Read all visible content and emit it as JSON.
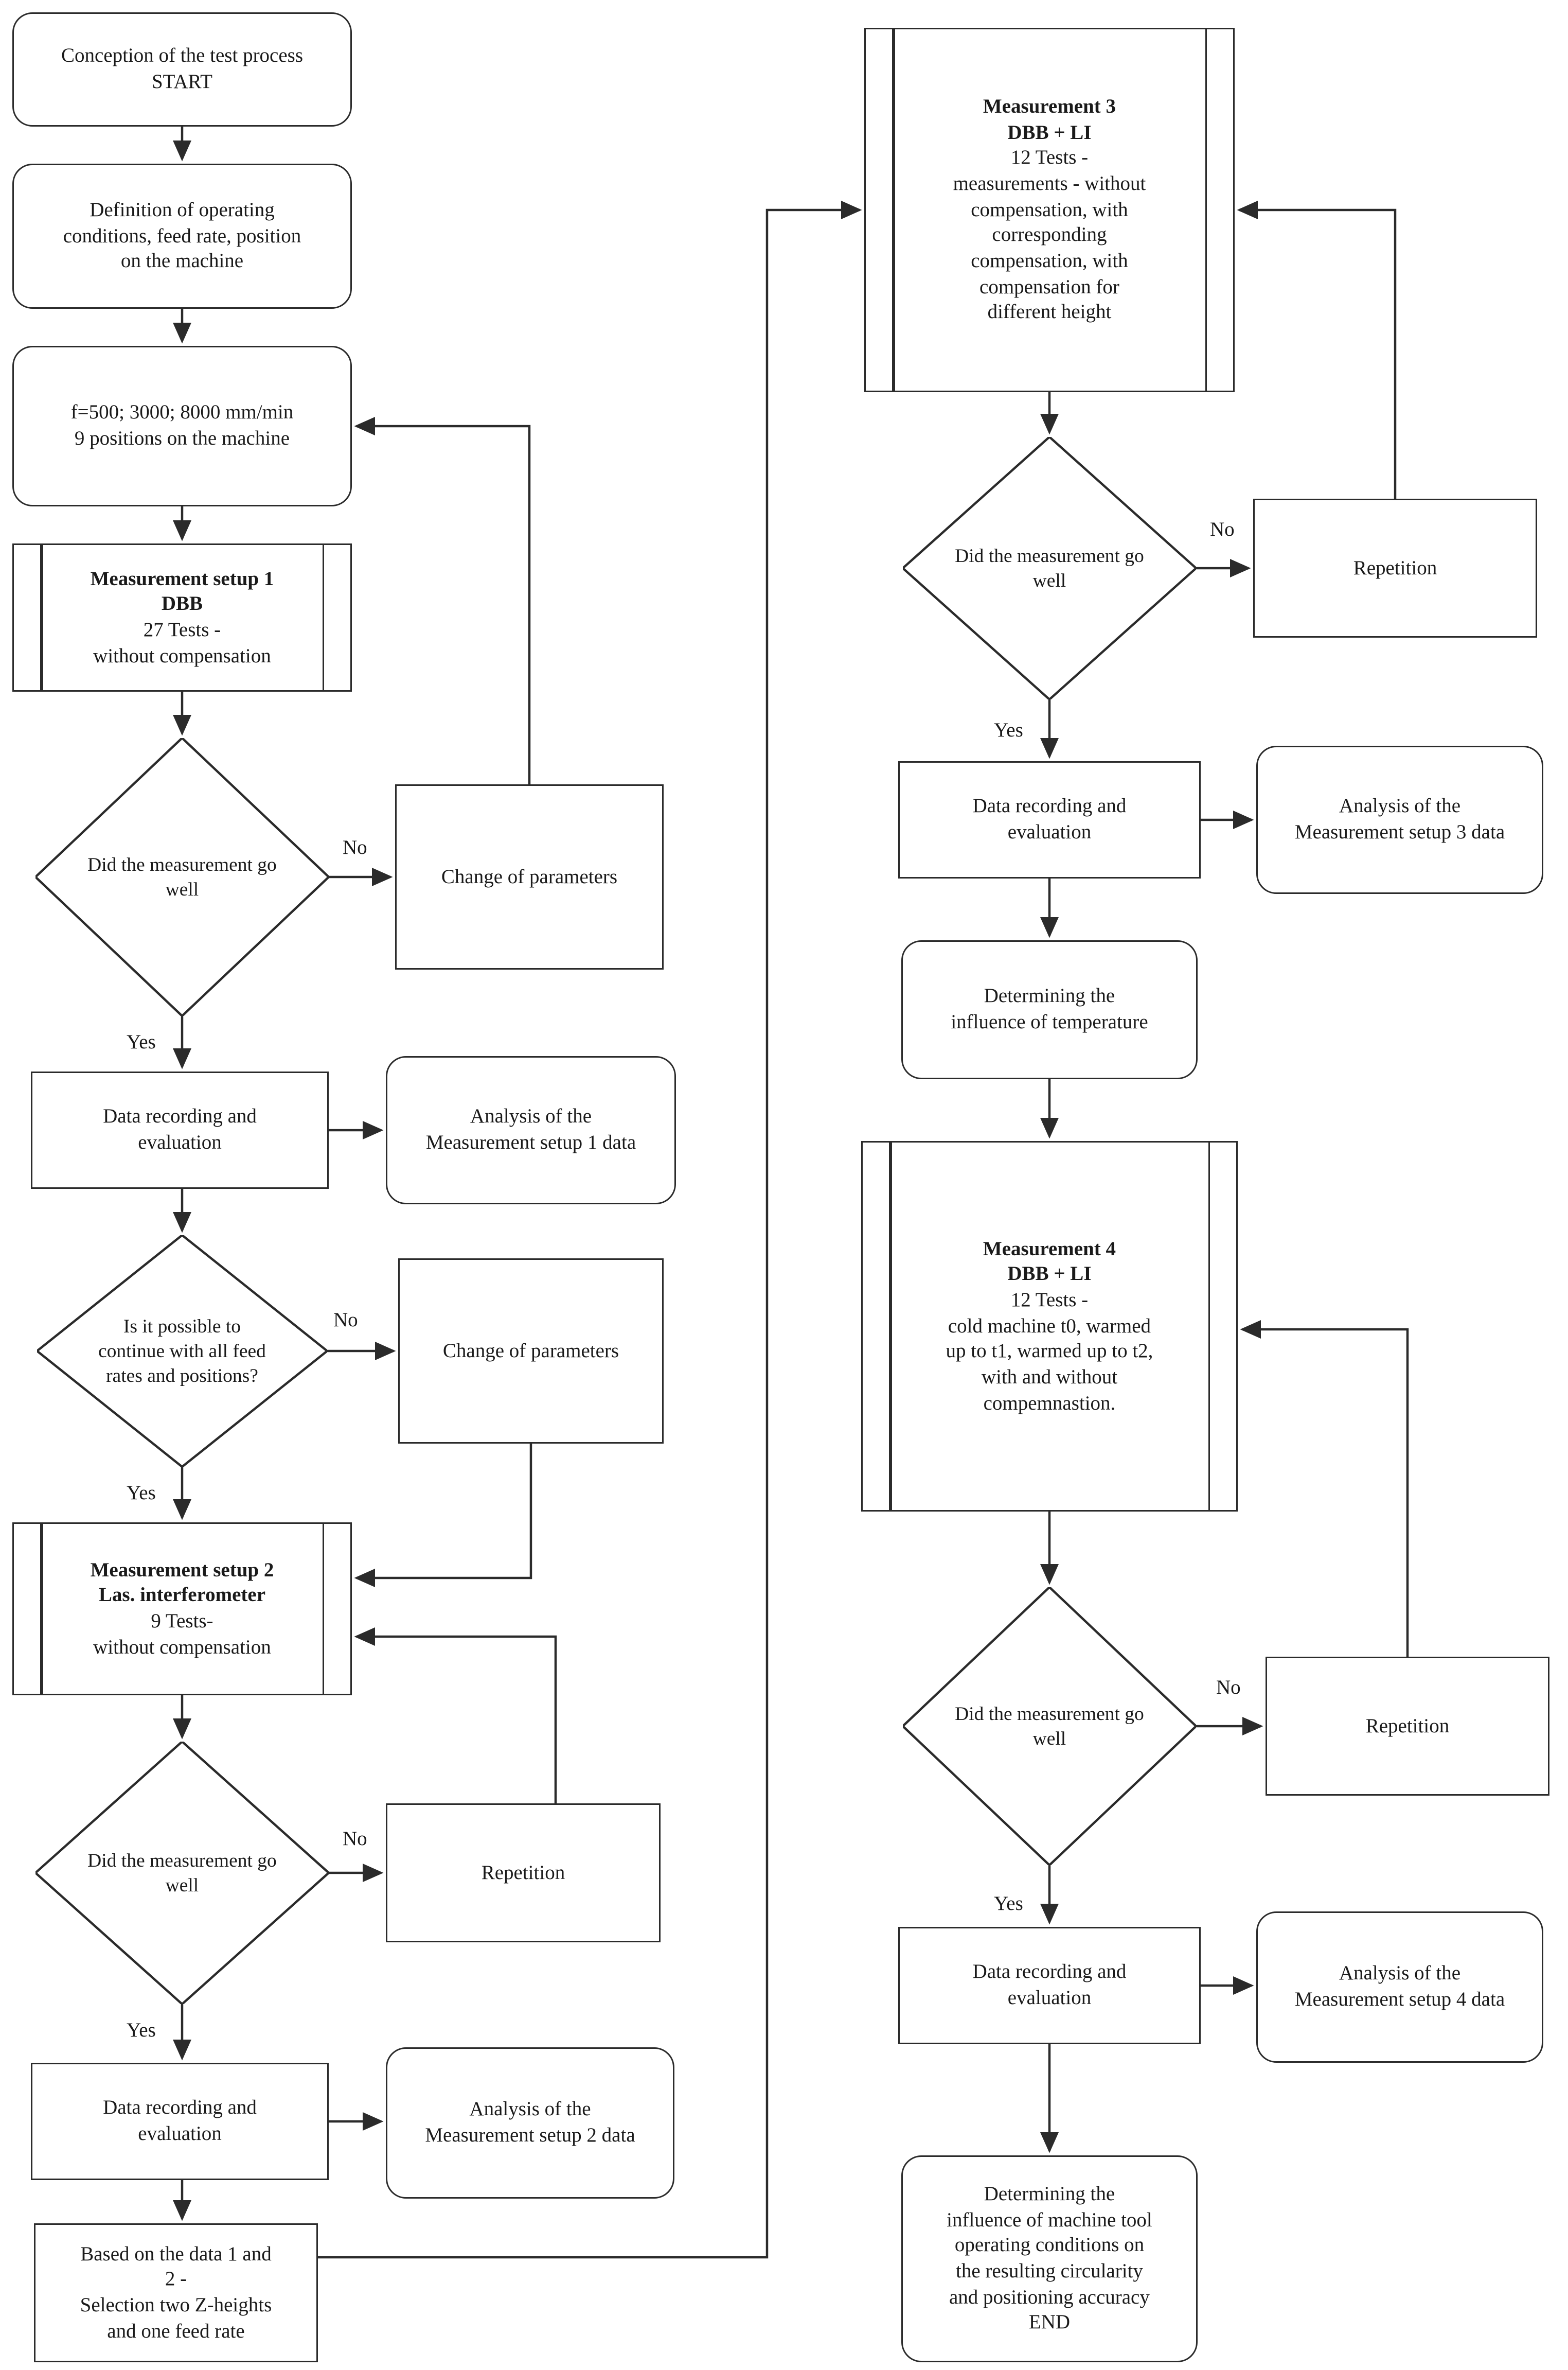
{
  "labels": {
    "yes": "Yes",
    "no": "No"
  },
  "colors": {
    "line": "#2b2b2b",
    "box_border": "#2b2b2b",
    "background": "#ffffff",
    "text": "#1a1a1a"
  },
  "nodes": {
    "start": {
      "text": "Conception of the test process\nSTART"
    },
    "definition": {
      "text": "Definition of operating\nconditions, feed rate, position\non the machine"
    },
    "feed": {
      "text": "f=500; 3000; 8000 mm/min\n9 positions on the machine"
    },
    "ms1": {
      "title": "Measurement setup 1\nDBB",
      "text": "27 Tests -\nwithout compensation"
    },
    "d1": {
      "text": "Did the measurement go\nwell"
    },
    "cp1": {
      "text": "Change of parameters"
    },
    "dr1": {
      "text": "Data recording and\nevaluation"
    },
    "a1": {
      "text": "Analysis of the\nMeasurement setup 1 data"
    },
    "d2": {
      "text": "Is it possible to\ncontinue with all feed\nrates and positions?"
    },
    "cp2": {
      "text": "Change of parameters"
    },
    "ms2": {
      "title": "Measurement setup 2\nLas. interferometer",
      "text": "9 Tests-\nwithout compensation"
    },
    "d3": {
      "text": "Did the measurement go\nwell"
    },
    "repL": {
      "text": "Repetition"
    },
    "dr2": {
      "text": "Data recording and\nevaluation"
    },
    "a2": {
      "text": "Analysis of the\nMeasurement setup 2 data"
    },
    "based": {
      "text": "Based on the data 1 and\n2 -\nSelection two Z-heights\nand one feed rate"
    },
    "m3": {
      "title": "Measurement 3\nDBB + LI",
      "text": "12 Tests -\nmeasurements - without\ncompensation, with\ncorresponding\ncompensation, with\ncompensation for\ndifferent height"
    },
    "d4": {
      "text": "Did the measurement go\nwell"
    },
    "repR1": {
      "text": "Repetition"
    },
    "dr3": {
      "text": "Data recording and\nevaluation"
    },
    "a3": {
      "text": "Analysis of the\nMeasurement setup 3 data"
    },
    "temp": {
      "text": "Determining the\ninfluence of temperature"
    },
    "m4": {
      "title": "Measurement 4\nDBB + LI",
      "text": "12 Tests -\ncold machine t0, warmed\nup to t1, warmed up to t2,\nwith and without\ncompemnastion."
    },
    "d5": {
      "text": "Did the measurement go\nwell"
    },
    "repR2": {
      "text": "Repetition"
    },
    "dr4": {
      "text": "Data recording and\nevaluation"
    },
    "a4": {
      "text": "Analysis of the\nMeasurement setup 4 data"
    },
    "end": {
      "text": "Determining the\ninfluence of machine tool\noperating conditions on\nthe resulting circularity\nand positioning accuracy\nEND"
    }
  }
}
